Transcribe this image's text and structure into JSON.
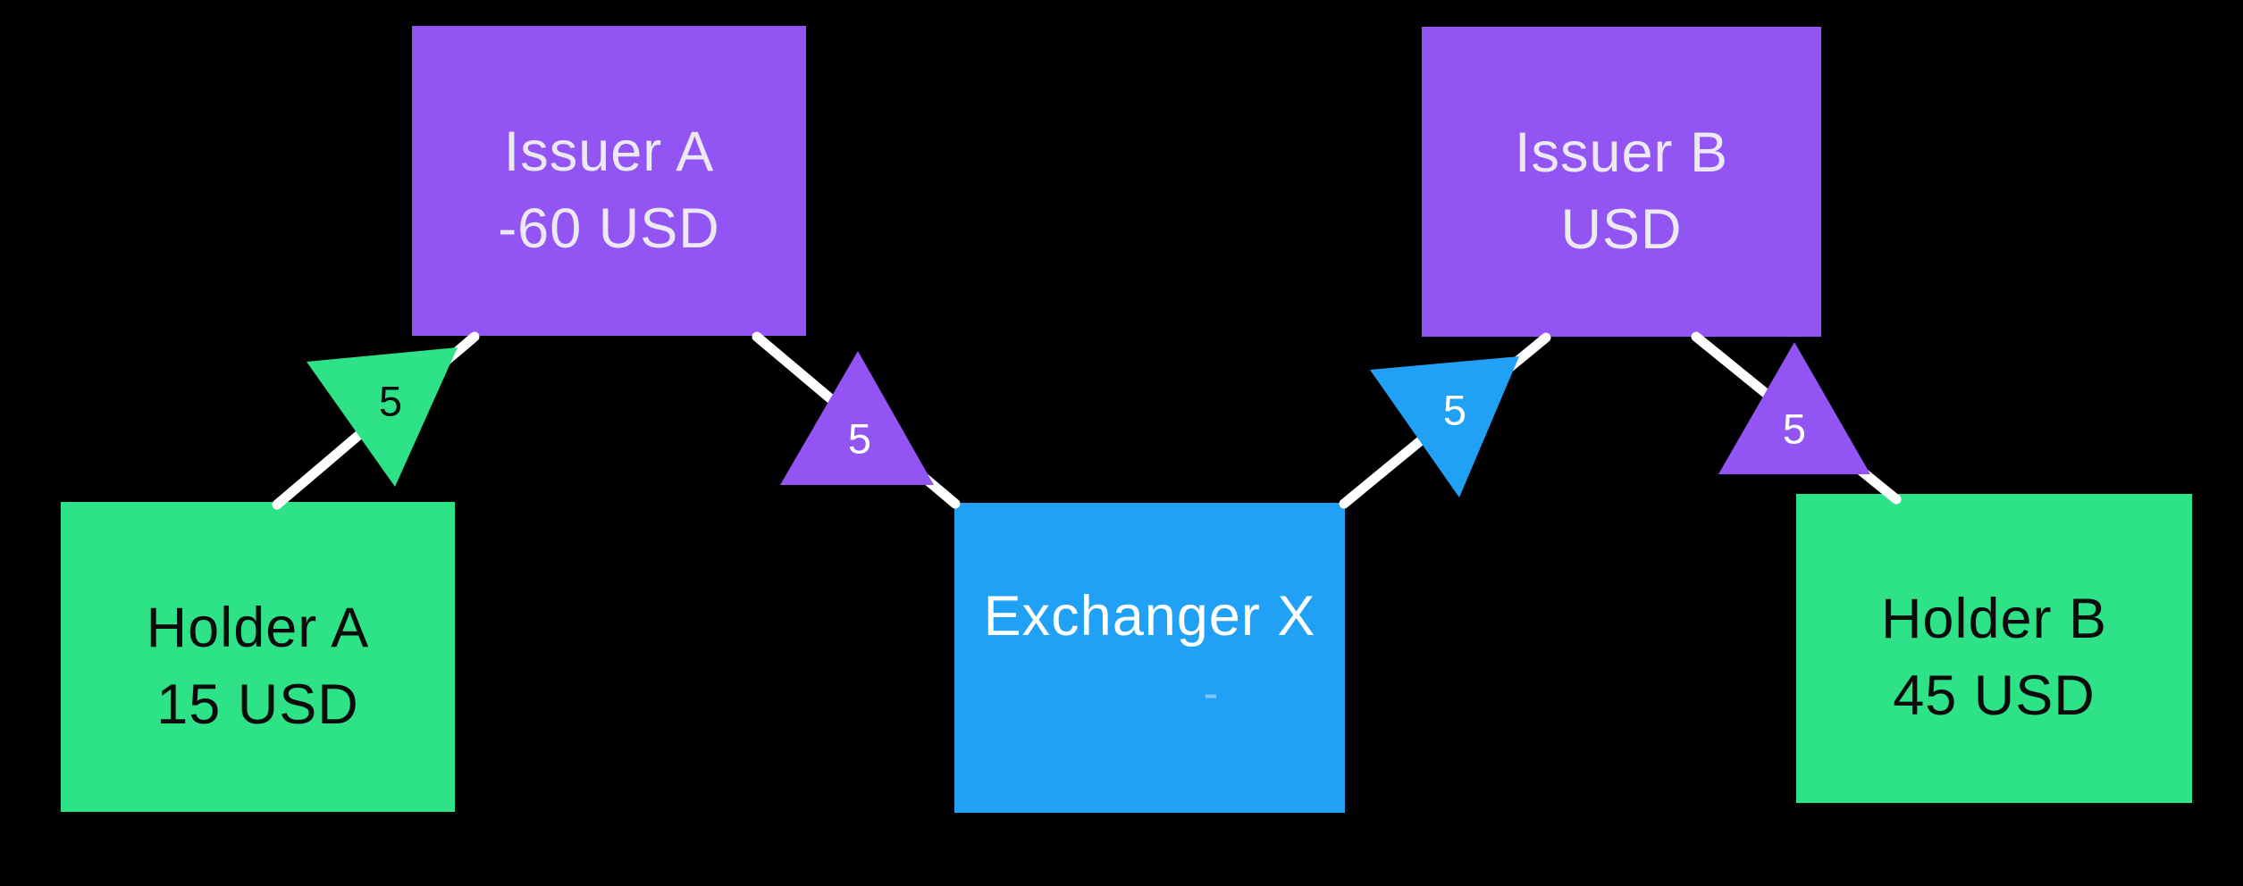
{
  "diagram": {
    "background": "#000000",
    "colors": {
      "purple": "#9254f2",
      "green": "#2ee287",
      "blue": "#21a1f6",
      "edge_line": "#ffffff",
      "weight_dark": "#0b0b0b",
      "weight_light": "#ffffff"
    },
    "nodes": {
      "issuer_a": {
        "line1": "Issuer A",
        "line2": "-60 USD"
      },
      "issuer_b": {
        "line1": "Issuer B",
        "line2": "USD"
      },
      "holder_a": {
        "line1": "Holder A",
        "line2": "15 USD"
      },
      "exchanger_x": {
        "line1": "Exchanger X",
        "line2": "-"
      },
      "holder_b": {
        "line1": "Holder B",
        "line2": "45 USD"
      }
    },
    "edges": {
      "holder_a_issuer_a": {
        "weight": "5"
      },
      "issuer_a_exchanger_x": {
        "weight": "5"
      },
      "exchanger_x_issuer_b": {
        "weight": "5"
      },
      "issuer_b_holder_b": {
        "weight": "5"
      }
    }
  }
}
